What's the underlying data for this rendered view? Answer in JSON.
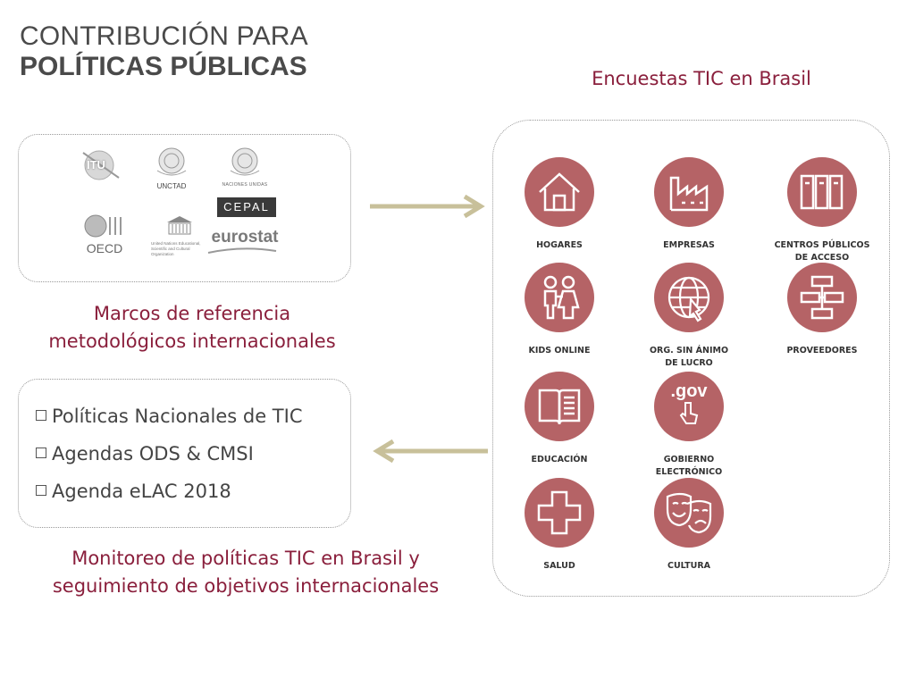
{
  "title": {
    "line1": "CONTRIBUCIÓN PARA",
    "line2": "POLÍTICAS PÚBLICAS"
  },
  "surveys_heading": "Encuestas TIC en Brasil",
  "logos": {
    "itu": "ITU",
    "unctad": "UNCTAD",
    "un": "NACIONES UNIDAS",
    "cepal": "CEPAL",
    "oecd": "OECD",
    "unesco_text": "United Nations Educational, Scientific and Cultural Organization",
    "eurostat": "eurostat"
  },
  "caption_marcos": [
    "Marcos de referencia",
    "metodológicos internacionales"
  ],
  "policies": [
    "Políticas Nacionales de TIC",
    "Agendas ODS & CMSI",
    "Agenda eLAC 2018"
  ],
  "caption_monitoreo": [
    "Monitoreo de políticas TIC en Brasil y",
    "seguimiento de objetivos internacionales"
  ],
  "categories": [
    {
      "label1": "HOGARES",
      "label2": "",
      "icon": "house-icon"
    },
    {
      "label1": "EMPRESAS",
      "label2": "",
      "icon": "factory-icon"
    },
    {
      "label1": "CENTROS PÚBLICOS",
      "label2": "DE ACCESO",
      "icon": "computers-icon"
    },
    {
      "label1": "KIDS ONLINE",
      "label2": "",
      "icon": "children-icon"
    },
    {
      "label1": "ORG. SIN ÁNIMO",
      "label2": "DE LUCRO",
      "icon": "globe-hand-icon"
    },
    {
      "label1": "PROVEEDORES",
      "label2": "",
      "icon": "network-diagram-icon"
    },
    {
      "label1": "EDUCACIÓN",
      "label2": "",
      "icon": "book-icon"
    },
    {
      "label1": "GOBIERNO",
      "label2": "ELECTRÓNICO",
      "icon": "gov-pointer-icon",
      "icon_text": ".gov"
    },
    {
      "label1": "SALUD",
      "label2": "",
      "icon": "cross-icon"
    },
    {
      "label1": "CULTURA",
      "label2": "",
      "icon": "masks-icon"
    }
  ],
  "colors": {
    "accent": "#8a1f3c",
    "circle": "#b56366",
    "arrow": "#c8c09a"
  }
}
